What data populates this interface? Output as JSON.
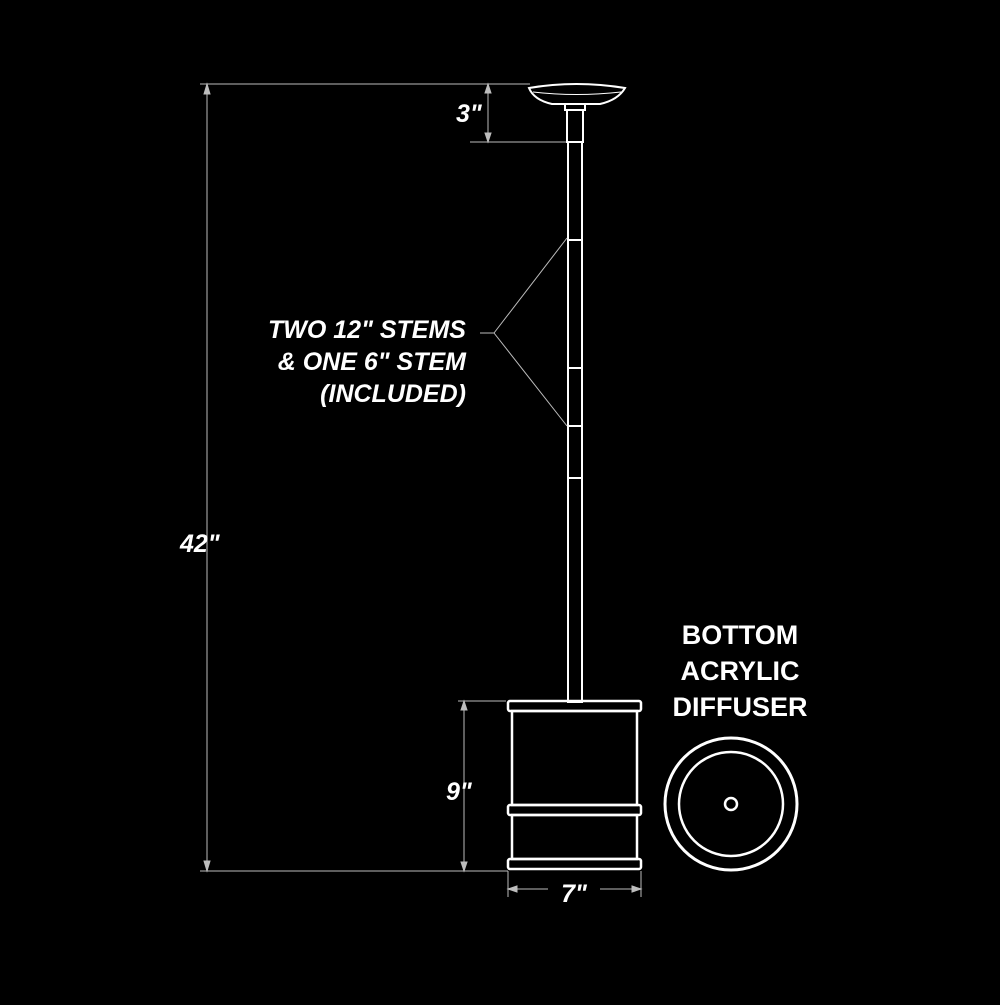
{
  "colors": {
    "background": "#000000",
    "line": "#ffffff",
    "dimension_line": "#bdbdbd"
  },
  "dimensions": {
    "canopy_height": "3\"",
    "overall_height": "42\"",
    "shade_height": "9\"",
    "shade_width": "7\""
  },
  "stem_callout": {
    "line1": "TWO 12\" STEMS",
    "line2": "& ONE 6\" STEM",
    "line3": "(INCLUDED)"
  },
  "diffuser": {
    "line1": "BOTTOM",
    "line2": "ACRYLIC",
    "line3": "DIFFUSER"
  }
}
